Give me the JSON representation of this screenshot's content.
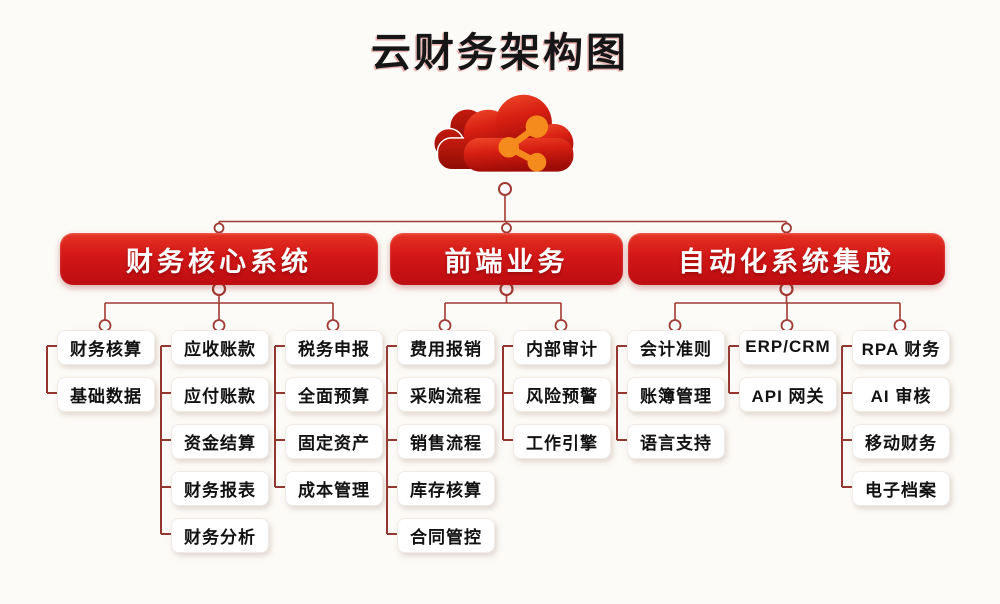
{
  "title": "云财务架构图",
  "cloud": {
    "icon": "red-cloud-share-icon"
  },
  "colors": {
    "background": "#fdfbf7",
    "header_red_top": "#e63322",
    "header_red_bottom": "#bd0d11",
    "connector_line": "#a03a33",
    "bracket_line": "#93362f",
    "node_circle_fill": "#ffffff",
    "cloud_red": "#d71f12",
    "cloud_dark_red": "#a31208",
    "share_orange": "#f58a1d",
    "title_text": "#161616",
    "leaf_text": "#121212"
  },
  "groups": [
    {
      "label": "财务核心系统",
      "columns": [
        {
          "items": [
            "财务核算",
            "基础数据"
          ]
        },
        {
          "items": [
            "应收账款",
            "应付账款",
            "资金结算",
            "财务报表",
            "财务分析"
          ]
        },
        {
          "items": [
            "税务申报",
            "全面预算",
            "固定资产",
            "成本管理"
          ]
        }
      ]
    },
    {
      "label": "前端业务",
      "columns": [
        {
          "items": [
            "费用报销",
            "采购流程",
            "销售流程",
            "库存核算",
            "合同管控"
          ]
        },
        {
          "items": [
            "内部审计",
            "风险预警",
            "工作引擎"
          ]
        }
      ]
    },
    {
      "label": "自动化系统集成",
      "columns": [
        {
          "items": [
            "会计准则",
            "账簿管理",
            "语言支持"
          ]
        },
        {
          "items": [
            "ERP/CRM",
            "API 网关"
          ]
        },
        {
          "items": [
            "RPA 财务",
            "AI 审核",
            "移动财务",
            "电子档案"
          ]
        }
      ]
    }
  ]
}
